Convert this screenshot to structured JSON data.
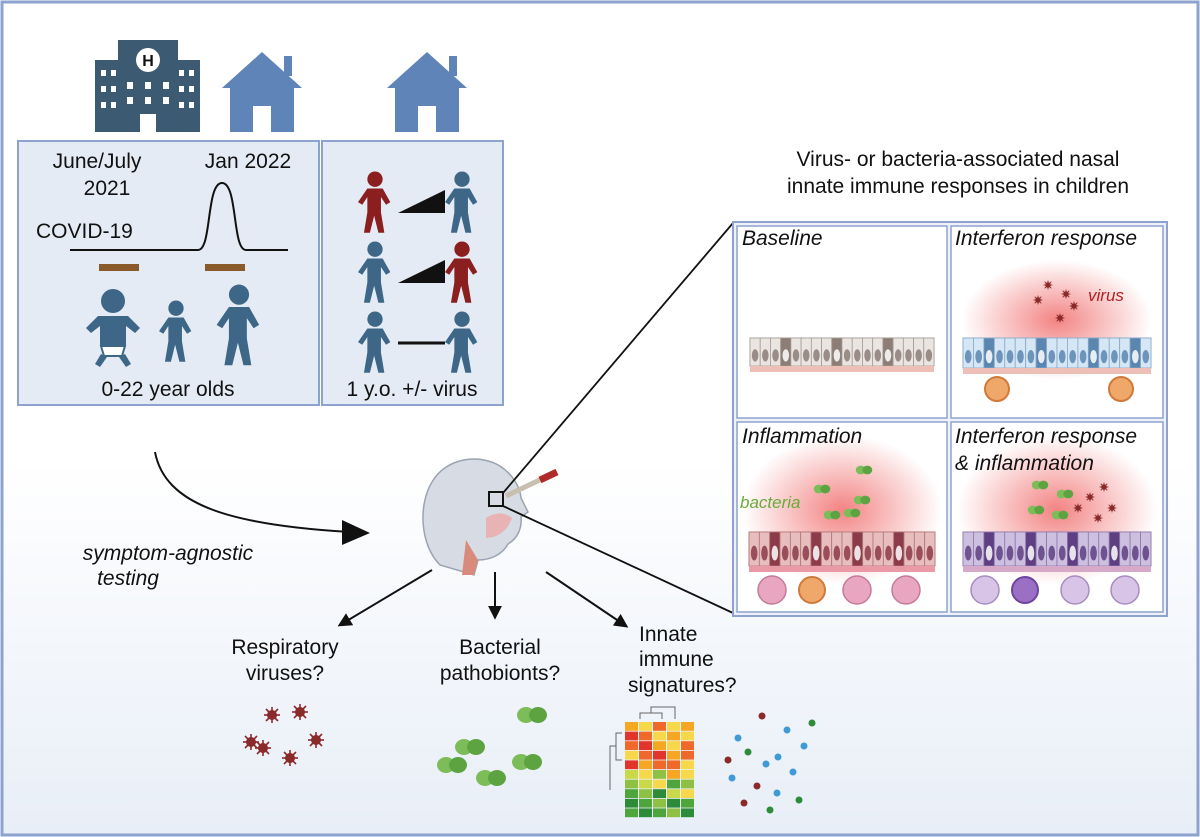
{
  "study_design": {
    "timeline_labels": [
      "June/July",
      "2021",
      "Jan 2022"
    ],
    "covid_label": "COVID-19",
    "cohort_label": "0-22 year olds",
    "infant_label": "1 y.o. +/- virus"
  },
  "right_panel": {
    "title_lines": [
      "Virus- or bacteria-associated nasal",
      "innate immune responses in children"
    ],
    "quadrants": [
      "Baseline",
      "Interferon response",
      "Inflammation",
      "Interferon response",
      "& inflammation"
    ],
    "virus_label": "virus",
    "bacteria_label": "bacteria"
  },
  "testing_label": [
    "symptom-agnostic",
    "testing"
  ],
  "questions": [
    [
      "Respiratory",
      "viruses?"
    ],
    [
      "Bacterial",
      "pathobionts?"
    ],
    [
      "Innate",
      "immune",
      "signatures?"
    ]
  ],
  "colors": {
    "border": "#8ea2cf",
    "building": "#3d5a73",
    "house": "#5f85b8",
    "person_blue": "#3e6787",
    "person_red": "#8b1e1e",
    "bar_brown": "#8b5a2b",
    "virus": "#8b2a2a",
    "bacteria": "#7cbd5a"
  }
}
